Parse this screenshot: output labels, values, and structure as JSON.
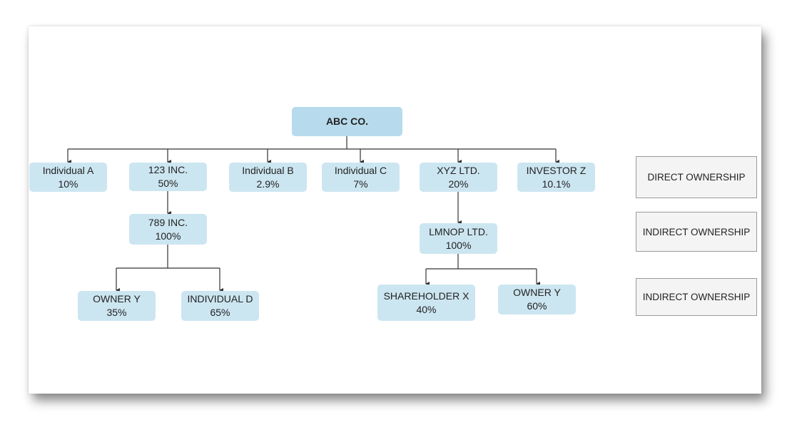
{
  "root": {
    "name": "ABC CO."
  },
  "direct": [
    {
      "name": "Individual A",
      "pct": "10%"
    },
    {
      "name": "123 INC.",
      "pct": "50%"
    },
    {
      "name": "Individual B",
      "pct": "2.9%"
    },
    {
      "name": "Individual C",
      "pct": "7%"
    },
    {
      "name": "XYZ LTD.",
      "pct": "20%"
    },
    {
      "name": "INVESTOR Z",
      "pct": "10.1%"
    }
  ],
  "level2": [
    {
      "name": "789 INC.",
      "pct": "100%"
    },
    {
      "name": "LMNOP LTD.",
      "pct": "100%"
    }
  ],
  "level3": [
    {
      "name": "OWNER Y",
      "pct": "35%"
    },
    {
      "name": "INDIVIDUAL D",
      "pct": "65%"
    },
    {
      "name": "SHAREHOLDER X",
      "pct": "40%"
    },
    {
      "name": "OWNER Y",
      "pct": "60%"
    }
  ],
  "legend": [
    {
      "label": "DIRECT OWNERSHIP"
    },
    {
      "label": "INDIRECT OWNERSHIP"
    },
    {
      "label": "INDIRECT OWNERSHIP"
    }
  ],
  "colors": {
    "node_fill": "#cce6f1",
    "root_fill": "#b7dbec",
    "connector": "#333333",
    "legend_fill": "#f4f4f4",
    "legend_border": "#9a9a9a"
  }
}
